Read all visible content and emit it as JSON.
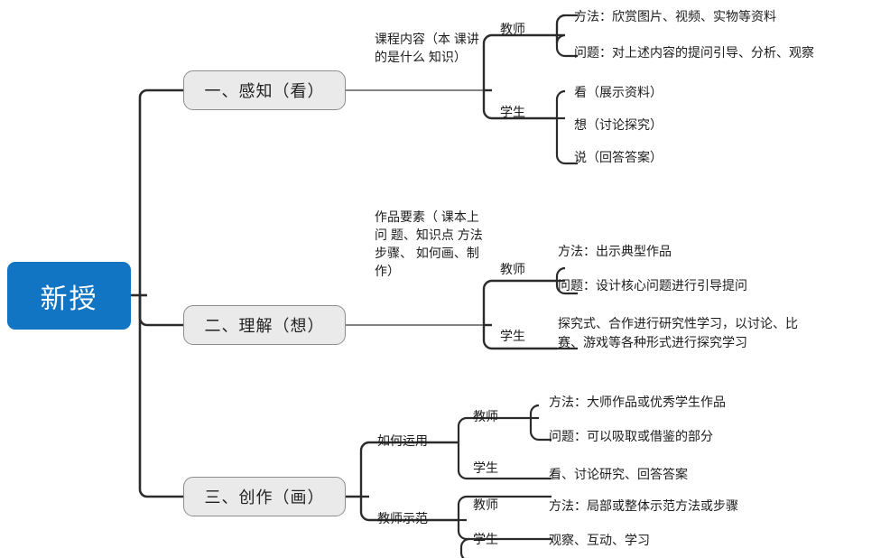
{
  "title": "新授",
  "root": {
    "label": "新授",
    "color": "#1275c4"
  },
  "style": {
    "node_fill": "#eaeaea",
    "node_border": "#8d8d8d",
    "line": "#2b2b2b",
    "line_fade": "#9a9a9a",
    "text": "#1c1c1c"
  },
  "branches": [
    {
      "id": "branch-1",
      "node": "一、感知（看）",
      "edge_label": "课程内容（本\n课讲的是什么\n知识）",
      "groups": [
        {
          "role": "教师",
          "items": [
            "方法：欣赏图片、视频、实物等资料",
            "问题：对上述内容的提问引导、分析、观察"
          ]
        },
        {
          "role": "学生",
          "items": [
            "看（展示资料）",
            "想（讨论探究）",
            "说（回答答案）"
          ]
        }
      ]
    },
    {
      "id": "branch-2",
      "node": "二、理解（想）",
      "edge_label": "作品要素（\n课本上问\n题、知识点\n方法步骤、\n如何画、制\n作）",
      "groups": [
        {
          "role": "教师",
          "items": [
            "方法：出示典型作品",
            "问题：设计核心问题进行引导提问"
          ]
        },
        {
          "role": "学生",
          "items": [
            "探究式、合作进行研究性学习，以讨论、比\n赛、游戏等各种形式进行探究学习"
          ]
        }
      ]
    },
    {
      "id": "branch-3",
      "node": "三、创作（画）",
      "subgroups": [
        {
          "label": "如何运用",
          "groups": [
            {
              "role": "教师",
              "items": [
                "方法：大师作品或优秀学生作品",
                "问题：可以吸取或借鉴的部分"
              ]
            },
            {
              "role": "学生",
              "items": [
                "看、讨论研究、回答答案"
              ]
            }
          ]
        },
        {
          "label": "教师示范",
          "groups": [
            {
              "role": "教师",
              "items": [
                "方法：局部或整体示范方法或步骤"
              ]
            },
            {
              "role": "学生",
              "items": [
                "观察、互动、学习"
              ]
            }
          ]
        }
      ]
    }
  ]
}
